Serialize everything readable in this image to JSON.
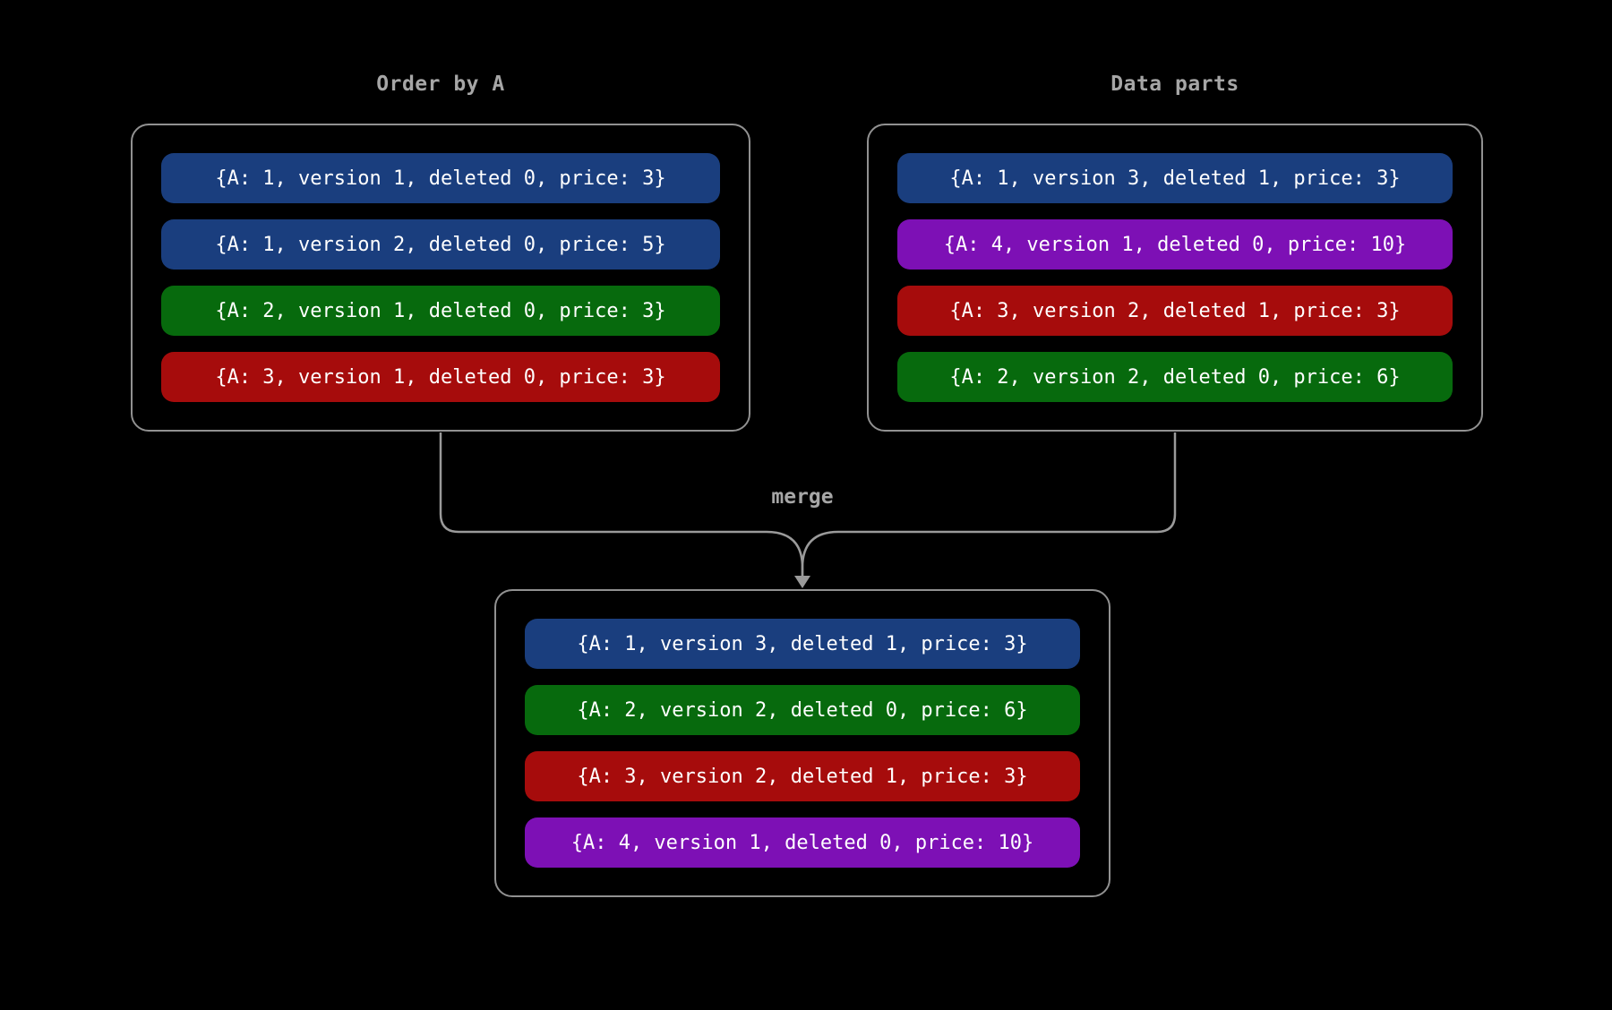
{
  "diagram": {
    "background_color": "#000000",
    "line_color": "#9a9a9a",
    "title_color": "#a6a6a6",
    "merge_label": "merge",
    "palette": {
      "blue": "#1a3e7e",
      "green": "#076a0d",
      "red": "#a60c0c",
      "purple": "#7d10b5"
    },
    "groups": [
      {
        "id": "order-by-a",
        "title": "Order by A",
        "rows": [
          {
            "text": "{A: 1, version 1, deleted 0, price: 3}",
            "color": "#1a3e7e"
          },
          {
            "text": "{A: 1, version 2, deleted 0, price: 5}",
            "color": "#1a3e7e"
          },
          {
            "text": "{A: 2, version 1, deleted 0, price: 3}",
            "color": "#076a0d"
          },
          {
            "text": "{A: 3, version 1, deleted 0, price: 3}",
            "color": "#a60c0c"
          }
        ]
      },
      {
        "id": "data-parts",
        "title": "Data parts",
        "rows": [
          {
            "text": "{A: 1, version 3, deleted 1, price: 3}",
            "color": "#1a3e7e"
          },
          {
            "text": "{A: 4, version 1, deleted 0, price: 10}",
            "color": "#7d10b5"
          },
          {
            "text": "{A: 3, version 2, deleted 1, price: 3}",
            "color": "#a60c0c"
          },
          {
            "text": "{A: 2, version 2, deleted 0, price: 6}",
            "color": "#076a0d"
          }
        ]
      },
      {
        "id": "merged",
        "title": "",
        "rows": [
          {
            "text": "{A: 1, version 3, deleted 1, price: 3}",
            "color": "#1a3e7e"
          },
          {
            "text": "{A: 2, version 2, deleted 0, price: 6}",
            "color": "#076a0d"
          },
          {
            "text": "{A: 3, version 2, deleted 1, price: 3}",
            "color": "#a60c0c"
          },
          {
            "text": "{A: 4, version 1, deleted 0, price: 10}",
            "color": "#7d10b5"
          }
        ]
      }
    ]
  }
}
